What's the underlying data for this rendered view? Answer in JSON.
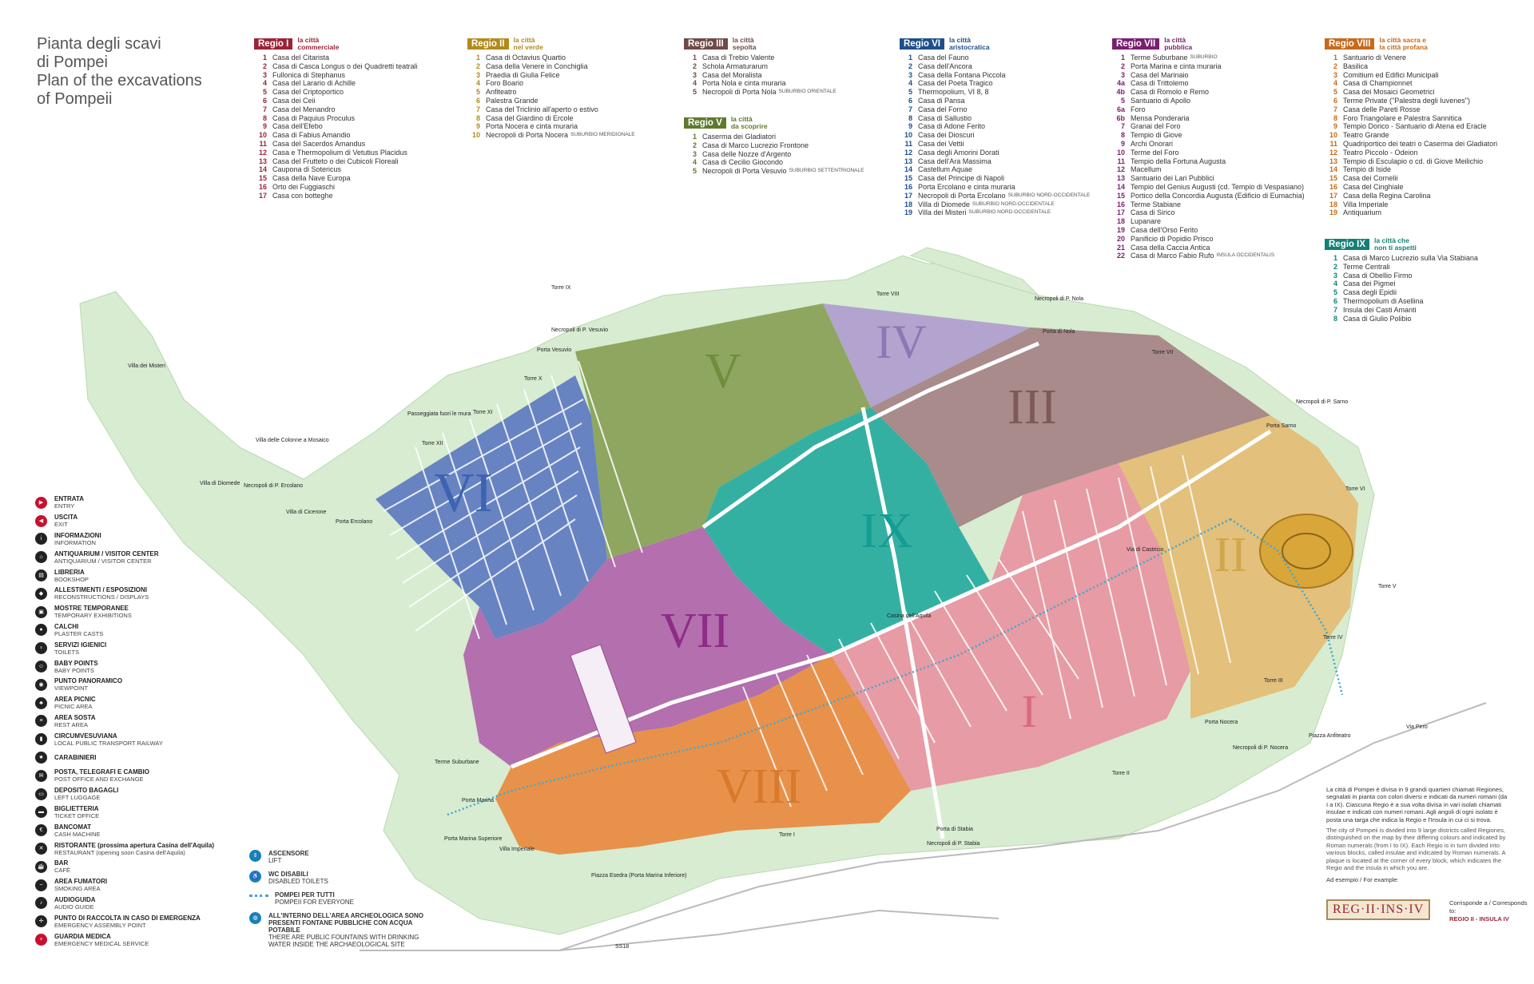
{
  "title": {
    "it_1": "Pianta degli scavi",
    "it_2": "di Pompei",
    "en_1": "Plan of the excavations",
    "en_2": "of Pompeii"
  },
  "regiones": [
    {
      "id": "I",
      "label": "Regio I",
      "sub": "la città\ncommerciale",
      "color": "#9b2335",
      "items": [
        {
          "n": "1",
          "t": "Casa del Citarista"
        },
        {
          "n": "2",
          "t": "Casa di Casca Longus o dei Quadretti teatrali"
        },
        {
          "n": "3",
          "t": "Fullonica di Stephanus"
        },
        {
          "n": "4",
          "t": "Casa del Larario di Achille"
        },
        {
          "n": "5",
          "t": "Casa del Criptoportico"
        },
        {
          "n": "6",
          "t": "Casa dei Ceii"
        },
        {
          "n": "7",
          "t": "Casa del Menandro"
        },
        {
          "n": "8",
          "t": "Casa di Paquius Proculus"
        },
        {
          "n": "9",
          "t": "Casa dell'Efebo"
        },
        {
          "n": "10",
          "t": "Casa di Fabius Amandio"
        },
        {
          "n": "11",
          "t": "Casa del Sacerdos Amandus"
        },
        {
          "n": "12",
          "t": "Casa e Thermopolium di Vetutius Placidus"
        },
        {
          "n": "13",
          "t": "Casa del Frutteto o dei Cubicoli Floreali"
        },
        {
          "n": "14",
          "t": "Caupona di Sotericus"
        },
        {
          "n": "15",
          "t": "Casa della Nave Europa"
        },
        {
          "n": "16",
          "t": "Orto dei Fuggiaschi"
        },
        {
          "n": "17",
          "t": "Casa con botteghe"
        }
      ]
    },
    {
      "id": "II",
      "label": "Regio II",
      "sub": "la città\nnel verde",
      "color": "#b48a1c",
      "items": [
        {
          "n": "1",
          "t": "Casa di Octavius Quartio"
        },
        {
          "n": "2",
          "t": "Casa della Venere in Conchiglia"
        },
        {
          "n": "3",
          "t": "Praedia di Giulia Felice"
        },
        {
          "n": "4",
          "t": "Foro Boario"
        },
        {
          "n": "5",
          "t": "Anfiteatro"
        },
        {
          "n": "6",
          "t": "Palestra Grande"
        },
        {
          "n": "7",
          "t": "Casa del Triclinio all'aperto o estivo"
        },
        {
          "n": "8",
          "t": "Casa del Giardino di Ercole"
        },
        {
          "n": "9",
          "t": "Porta Nocera e cinta muraria"
        },
        {
          "n": "10",
          "t": "Necropoli di Porta Nocera",
          "s": "suburbio meridionale"
        }
      ]
    },
    {
      "id": "III",
      "label": "Regio III",
      "sub": "la città\nsepolta",
      "color": "#6f4a48",
      "items": [
        {
          "n": "1",
          "t": "Casa di Trebio Valente"
        },
        {
          "n": "2",
          "t": "Schola Armaturarum"
        },
        {
          "n": "3",
          "t": "Casa del Moralista"
        },
        {
          "n": "4",
          "t": "Porta Nola e cinta muraria"
        },
        {
          "n": "5",
          "t": "Necropoli di Porta Nola",
          "s": "suburbio orientale"
        }
      ]
    },
    {
      "id": "V",
      "label": "Regio V",
      "sub": "la città\nda scoprire",
      "color": "#5f7a2c",
      "items": [
        {
          "n": "1",
          "t": "Caserma dei Gladiatori"
        },
        {
          "n": "2",
          "t": "Casa di Marco Lucrezio Frontone"
        },
        {
          "n": "3",
          "t": "Casa delle Nozze d'Argento"
        },
        {
          "n": "4",
          "t": "Casa di Cecilio Giocondo"
        },
        {
          "n": "5",
          "t": "Necropoli di Porta Vesuvio",
          "s": "suburbio settentrionale"
        }
      ]
    },
    {
      "id": "VI",
      "label": "Regio VI",
      "sub": "la città\naristocratica",
      "color": "#1f4f8a",
      "items": [
        {
          "n": "1",
          "t": "Casa del Fauno"
        },
        {
          "n": "2",
          "t": "Casa dell'Ancora"
        },
        {
          "n": "3",
          "t": "Casa della Fontana Piccola"
        },
        {
          "n": "4",
          "t": "Casa del Poeta Tragico"
        },
        {
          "n": "5",
          "t": "Thermopolium, VI 8, 8"
        },
        {
          "n": "6",
          "t": "Casa di Pansa"
        },
        {
          "n": "7",
          "t": "Casa del Forno"
        },
        {
          "n": "8",
          "t": "Casa di Sallustio"
        },
        {
          "n": "9",
          "t": "Casa di Adone Ferito"
        },
        {
          "n": "10",
          "t": "Casa dei Dioscuri"
        },
        {
          "n": "11",
          "t": "Casa dei Vettii"
        },
        {
          "n": "12",
          "t": "Casa degli Amorini Dorati"
        },
        {
          "n": "13",
          "t": "Casa dell'Ara Massima"
        },
        {
          "n": "14",
          "t": "Castellum Aquae"
        },
        {
          "n": "15",
          "t": "Casa del Principe di Napoli"
        },
        {
          "n": "16",
          "t": "Porta Ercolano e cinta muraria"
        },
        {
          "n": "17",
          "t": "Necropoli di Porta Ercolano",
          "s": "suburbio nord-occidentale"
        },
        {
          "n": "18",
          "t": "Villa di Diomede",
          "s": "suburbio nord-occidentale"
        },
        {
          "n": "19",
          "t": "Villa dei Misteri",
          "s": "suburbio nord-occidentale"
        }
      ]
    },
    {
      "id": "VII",
      "label": "Regio VII",
      "sub": "la città\npubblica",
      "color": "#7a1f6e",
      "items": [
        {
          "n": "1",
          "t": "Terme Suburbane",
          "s": "suburbio"
        },
        {
          "n": "2",
          "t": "Porta Marina e cinta muraria"
        },
        {
          "n": "3",
          "t": "Casa del Marinaio"
        },
        {
          "n": "4a",
          "t": "Casa di Trittolemo"
        },
        {
          "n": "4b",
          "t": "Casa di Romolo e Remo"
        },
        {
          "n": "5",
          "t": "Santuario di Apollo"
        },
        {
          "n": "6a",
          "t": "Foro"
        },
        {
          "n": "6b",
          "t": "Mensa Ponderaria"
        },
        {
          "n": "7",
          "t": "Granai del Foro"
        },
        {
          "n": "8",
          "t": "Tempio di Giove"
        },
        {
          "n": "9",
          "t": "Archi Onorari"
        },
        {
          "n": "10",
          "t": "Terme del Foro"
        },
        {
          "n": "11",
          "t": "Tempio della Fortuna Augusta"
        },
        {
          "n": "12",
          "t": "Macellum"
        },
        {
          "n": "13",
          "t": "Santuario dei Lari Pubblici"
        },
        {
          "n": "14",
          "t": "Tempio del Genius Augusti (cd. Tempio di Vespasiano)"
        },
        {
          "n": "15",
          "t": "Portico della Concordia Augusta (Edificio di Eumachia)"
        },
        {
          "n": "16",
          "t": "Terme Stabiane"
        },
        {
          "n": "17",
          "t": "Casa di Sirico"
        },
        {
          "n": "18",
          "t": "Lupanare"
        },
        {
          "n": "19",
          "t": "Casa dell'Orso Ferito"
        },
        {
          "n": "20",
          "t": "Panificio di Popidio Prisco"
        },
        {
          "n": "21",
          "t": "Casa della Caccia Antica"
        },
        {
          "n": "22",
          "t": "Casa di Marco Fabio Rufo",
          "s": "insula occidentalis"
        }
      ]
    },
    {
      "id": "VIII",
      "label": "Regio VIII",
      "sub": "la città sacra e\nla città profana",
      "color": "#c66a1c",
      "items": [
        {
          "n": "1",
          "t": "Santuario di Venere"
        },
        {
          "n": "2",
          "t": "Basilica"
        },
        {
          "n": "3",
          "t": "Comitium ed Edifici Municipali"
        },
        {
          "n": "4",
          "t": "Casa di Championnet"
        },
        {
          "n": "5",
          "t": "Casa dei Mosaici Geometrici"
        },
        {
          "n": "6",
          "t": "Terme Private (\"Palestra degli Iuvenes\")"
        },
        {
          "n": "7",
          "t": "Casa delle Pareti Rosse"
        },
        {
          "n": "8",
          "t": "Foro Triangolare e Palestra Sannitica"
        },
        {
          "n": "9",
          "t": "Tempio Dorico - Santuario di Atena ed Eracle"
        },
        {
          "n": "10",
          "t": "Teatro Grande"
        },
        {
          "n": "11",
          "t": "Quadriportico dei teatri o Caserma dei Gladiatori"
        },
        {
          "n": "12",
          "t": "Teatro Piccolo - Odeion"
        },
        {
          "n": "13",
          "t": "Tempio di Esculapio o cd. di Giove Meilichio"
        },
        {
          "n": "14",
          "t": "Tempio di Iside"
        },
        {
          "n": "15",
          "t": "Casa dei Cornelii"
        },
        {
          "n": "16",
          "t": "Casa del Cinghiale"
        },
        {
          "n": "17",
          "t": "Casa della Regina Carolina"
        },
        {
          "n": "18",
          "t": "Villa Imperiale"
        },
        {
          "n": "19",
          "t": "Antiquarium"
        }
      ]
    },
    {
      "id": "IX",
      "label": "Regio IX",
      "sub": "la città che\nnon ti aspetti",
      "color": "#138078",
      "items": [
        {
          "n": "1",
          "t": "Casa di Marco Lucrezio sulla Via Stabiana"
        },
        {
          "n": "2",
          "t": "Terme Centrali"
        },
        {
          "n": "3",
          "t": "Casa di Obellio Firmo"
        },
        {
          "n": "4",
          "t": "Casa dei Pigmei"
        },
        {
          "n": "5",
          "t": "Casa degli Epidii"
        },
        {
          "n": "6",
          "t": "Thermopolium di Asellina"
        },
        {
          "n": "7",
          "t": "Insula dei Casti Amanti"
        },
        {
          "n": "8",
          "t": "Casa di Giulio Polibio"
        }
      ]
    }
  ],
  "legend": [
    {
      "icon": "entry-icon",
      "glyph": "▶",
      "red": true,
      "it": "ENTRATA",
      "en": "ENTRY"
    },
    {
      "icon": "exit-icon",
      "glyph": "◀",
      "red": true,
      "it": "USCITA",
      "en": "EXIT"
    },
    {
      "icon": "info-icon",
      "glyph": "i",
      "it": "INFORMAZIONI",
      "en": "INFORMATION"
    },
    {
      "icon": "antiquarium-icon",
      "glyph": "⌂",
      "it": "ANTIQUARIUM / VISITOR CENTER",
      "en": "ANTIQUARIUM / VISITOR CENTER"
    },
    {
      "icon": "bookshop-icon",
      "glyph": "▤",
      "it": "LIBRERIA",
      "en": "BOOKSHOP"
    },
    {
      "icon": "reconstruction-icon",
      "glyph": "◆",
      "it": "ALLESTIMENTI / ESPOSIZIONI",
      "en": "RECONSTRUCTIONS / DISPLAYS"
    },
    {
      "icon": "exhibition-icon",
      "glyph": "▣",
      "it": "MOSTRE TEMPORANEE",
      "en": "TEMPORARY EXHIBITIONS"
    },
    {
      "icon": "plaster-cast-icon",
      "glyph": "●",
      "it": "CALCHI",
      "en": "PLASTER CASTS"
    },
    {
      "icon": "toilets-icon",
      "glyph": "♀",
      "it": "SERVIZI IGIENICI",
      "en": "TOILETS"
    },
    {
      "icon": "baby-point-icon",
      "glyph": "☺",
      "it": "BABY POINTS",
      "en": "BABY POINTS"
    },
    {
      "icon": "viewpoint-icon",
      "glyph": "◉",
      "it": "PUNTO PANORAMICO",
      "en": "VIEWPOINT"
    },
    {
      "icon": "picnic-icon",
      "glyph": "♣",
      "it": "AREA PICNIC",
      "en": "PICNIC AREA"
    },
    {
      "icon": "rest-area-icon",
      "glyph": "≡",
      "it": "AREA SOSTA",
      "en": "REST AREA"
    },
    {
      "icon": "railway-icon",
      "glyph": "▮",
      "it": "CIRCUMVESUVIANA",
      "en": "LOCAL PUBLIC TRANSPORT RAILWAY"
    },
    {
      "icon": "police-icon",
      "glyph": "★",
      "it": "CARABINIERI",
      "en": ""
    },
    {
      "icon": "post-office-icon",
      "glyph": "✉",
      "it": "POSTA, TELEGRAFI E CAMBIO",
      "en": "POST OFFICE AND EXCHANGE"
    },
    {
      "icon": "luggage-icon",
      "glyph": "▭",
      "it": "DEPOSITO BAGAGLI",
      "en": "LEFT LUGGAGE"
    },
    {
      "icon": "ticket-icon",
      "glyph": "▬",
      "it": "BIGLIETTERIA",
      "en": "TICKET OFFICE"
    },
    {
      "icon": "cash-machine-icon",
      "glyph": "€",
      "it": "BANCOMAT",
      "en": "CASH MACHINE"
    },
    {
      "icon": "restaurant-icon",
      "glyph": "✕",
      "it": "RISTORANTE (prossima apertura Casina dell'Aquila)",
      "en": "RESTAURANT (opening soon Casina dell'Aquila)"
    },
    {
      "icon": "cafe-icon",
      "glyph": "☕",
      "it": "BAR",
      "en": "CAFÈ"
    },
    {
      "icon": "smoking-icon",
      "glyph": "~",
      "it": "AREA FUMATORI",
      "en": "SMOKING AREA"
    },
    {
      "icon": "audioguide-icon",
      "glyph": "♪",
      "it": "AUDIOGUIDA",
      "en": "AUDIO GUIDE"
    },
    {
      "icon": "assembly-point-icon",
      "glyph": "✛",
      "it": "PUNTO DI RACCOLTA IN CASO DI EMERGENZA",
      "en": "EMERGENCY ASSEMBLY POINT"
    },
    {
      "icon": "medical-icon",
      "glyph": "+",
      "red": true,
      "it": "GUARDIA MEDICA",
      "en": "EMERGENCY MEDICAL SERVICE"
    }
  ],
  "legend2": [
    {
      "icon": "lift-icon",
      "glyph": "⇕",
      "it": "ASCENSORE",
      "en": "LIFT"
    },
    {
      "icon": "disabled-toilet-icon",
      "glyph": "♿",
      "it": "WC DISABILI",
      "en": "DISABLED TOILETS"
    },
    {
      "icon": "accessible-route-icon",
      "dots": true,
      "it": "POMPEI PER TUTTI",
      "en": "POMPEII FOR EVERYONE"
    },
    {
      "icon": "drinking-fountain-icon",
      "glyph": "◍",
      "it": "ALL'INTERNO DELL'AREA ARCHEOLOGICA SONO PRESENTI FONTANE PUBBLICHE CON ACQUA POTABILE",
      "en": "THERE ARE PUBLIC FOUNTAINS WITH DRINKING WATER INSIDE THE ARCHAEOLOGICAL SITE"
    }
  ],
  "description": {
    "it": "La città di Pompei è divisa in 9 grandi quartieri chiamati Regiones, segnalati in pianta con colori diversi e indicati da numeri romani (da I a IX). Ciascuna Regio è a sua volta divisa in vari isolati chiamati insulae e indicati con numeri romani. Agli angoli di ogni isolato è posta una targa che indica la Regio e l'Insula in cui ci si trova.",
    "en": "The city of Pompeii is divided into 9 large districts called Regiones, distinguished on the map by their differing colours and indicated by Roman numerals (from I to IX). Each Regio is in turn divided into various blocks, called insulae and indicated by Roman numerals. A plaque is located at the corner of every block, which indicates the Regio and the insula in which you are.",
    "example": "Ad esempio / For example:",
    "plaque": "REG·II·INS·IV",
    "corresponds": "Corrisponde a / Corresponds to:",
    "corresponds_value": "REGIO II - INSULA IV"
  },
  "map_regions": [
    {
      "id": "VI",
      "numeral": "VI",
      "color": "#3e63b1"
    },
    {
      "id": "V",
      "numeral": "V",
      "color": "#6f8d3a"
    },
    {
      "id": "IV",
      "numeral": "IV",
      "color": "#8e78b3"
    },
    {
      "id": "III",
      "numeral": "III",
      "color": "#7d5a58"
    },
    {
      "id": "IX",
      "numeral": "IX",
      "color": "#159d93"
    },
    {
      "id": "VII",
      "numeral": "VII",
      "color": "#8e2c86"
    },
    {
      "id": "VIII",
      "numeral": "VIII",
      "color": "#d87a2c"
    },
    {
      "id": "I",
      "numeral": "I",
      "color": "#d96b7e"
    },
    {
      "id": "II",
      "numeral": "II",
      "color": "#d2a64a"
    }
  ],
  "map_labels": {
    "porta_vesuvio": "Porta Vesuvio",
    "necropoli_vesuvio": "Necropoli di P. Vesuvio",
    "porta_nola": "Porta di Nola",
    "necropoli_nola": "Necropoli di P. Nola",
    "porta_sarno": "Porta Sarno",
    "necropoli_sarno": "Necropoli di P. Sarno",
    "porta_ercolano": "Porta Ercolano",
    "necropoli_ercolano": "Necropoli di P. Ercolano",
    "villa_misteri": "Villa dei Misteri",
    "villa_diomede": "Villa di Diomede",
    "villa_cicerone": "Villa di Cicerone",
    "villa_colonne": "Villa delle Colonne a Mosaico",
    "porta_marina": "Porta Marina",
    "porta_marina_sup": "Porta Marina Superiore",
    "terme_suburbane": "Terme Suburbane",
    "villa_imperiale": "Villa Imperiale",
    "piazza_esedra": "Piazza Esedra (Porta Marina Inferiore)",
    "porta_stabia": "Porta di Stabia",
    "necropoli_stabia": "Necropoli di P. Stabia",
    "porta_nocera": "Porta Nocera",
    "necropoli_nocera": "Necropoli di P. Nocera",
    "piazza_anfiteatro": "Piazza Anfiteatro",
    "casina_aquila": "Casina dell'Aquila",
    "torre_ix": "Torre IX",
    "torre_viii": "Torre VIII",
    "torre_vii": "Torre VII",
    "torre_vi": "Torre VI",
    "torre_v": "Torre V",
    "torre_iv": "Torre IV",
    "torre_iii": "Torre III",
    "torre_ii": "Torre II",
    "torre_i": "Torre I",
    "torre_x": "Torre X",
    "torre_xi": "Torre XI",
    "torre_xii": "Torre XII",
    "via_pirro": "Via Pirro",
    "via_castricio": "Via di Castricio",
    "ss18": "SS18",
    "passeggiata": "Passeggiata fuori le mura"
  }
}
